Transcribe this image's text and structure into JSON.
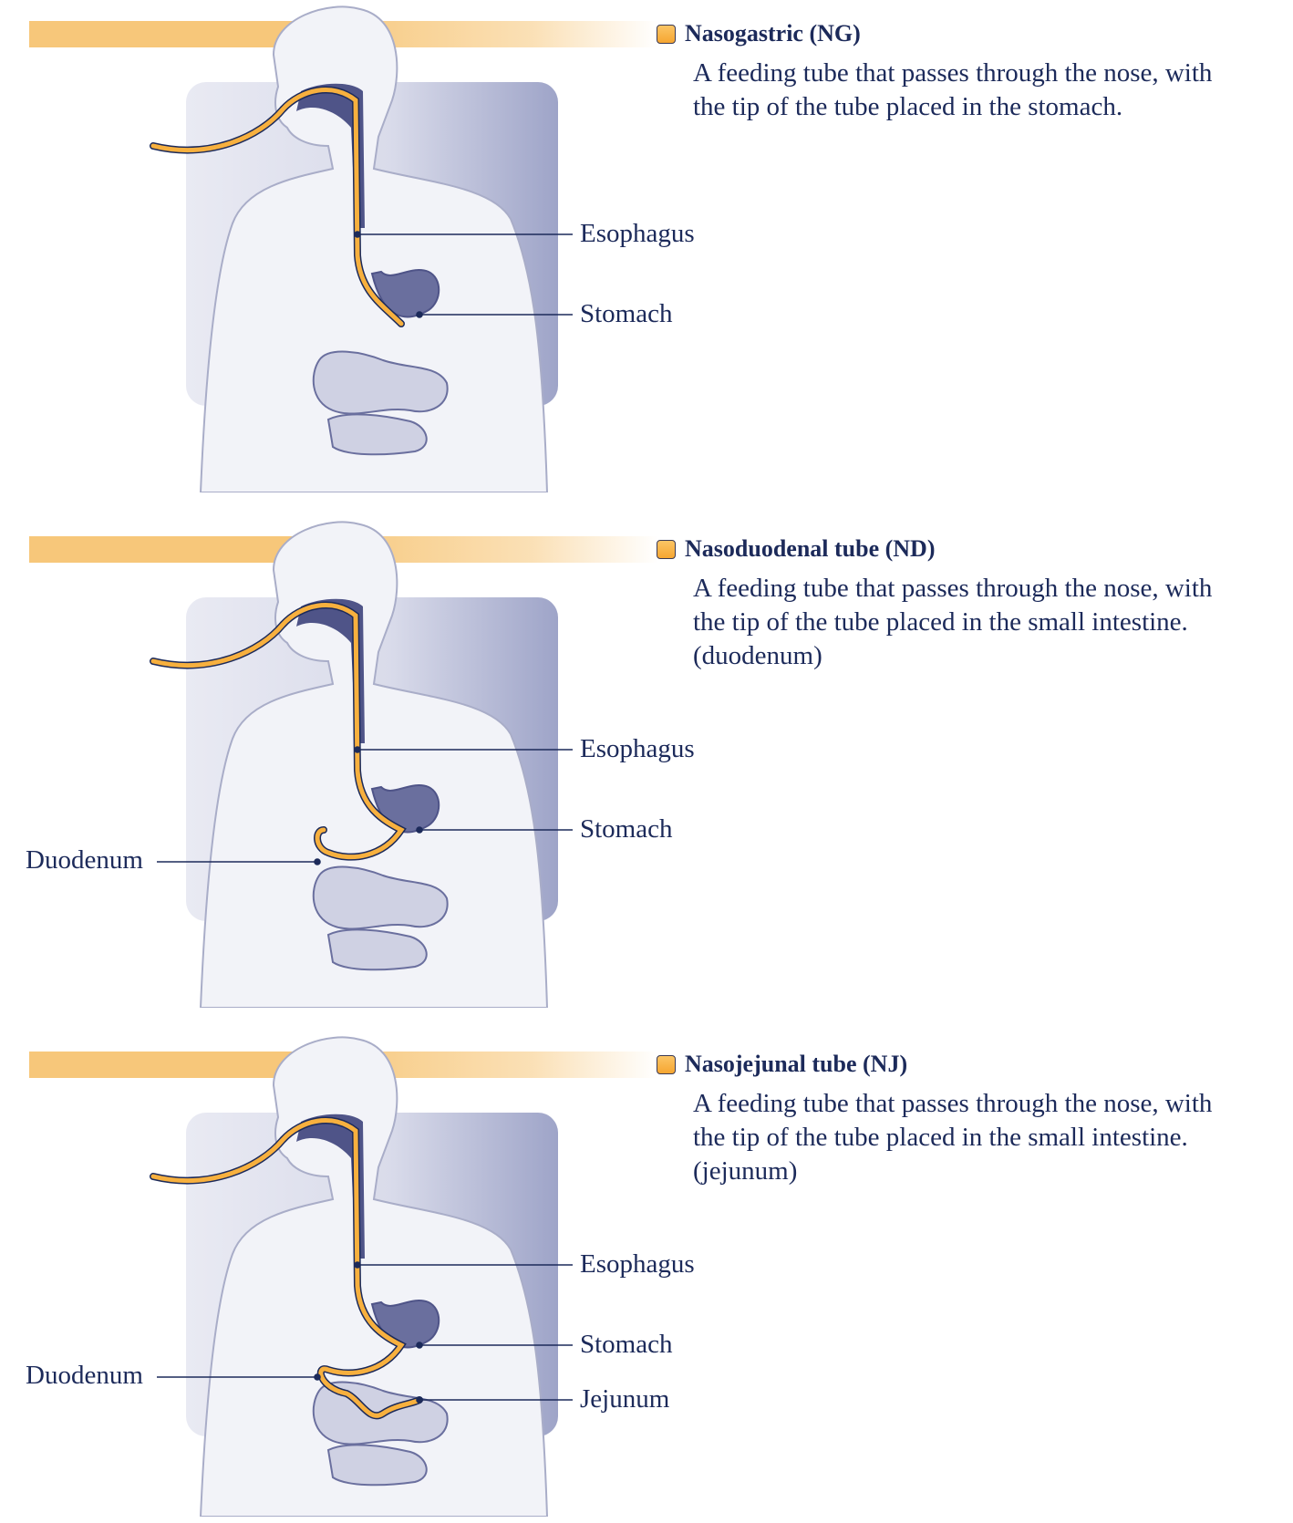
{
  "colors": {
    "tube": "#f7b03e",
    "tube_outline": "#1c2a5a",
    "accent_band": "#f7c77a",
    "organ": "#6a6f9e",
    "text": "#1c2a5a"
  },
  "panels": [
    {
      "title": "Nasogastric (NG)",
      "description": "A feeding tube that passes through the nose, with the tip of the tube placed in the stomach.",
      "labels": {
        "esophagus": "Esophagus",
        "stomach": "Stomach"
      }
    },
    {
      "title": "Nasoduodenal tube (ND)",
      "description": "A feeding tube that passes through the nose, with the tip of the tube placed in the small intestine. (duodenum)",
      "labels": {
        "esophagus": "Esophagus",
        "stomach": "Stomach",
        "duodenum": "Duodenum"
      }
    },
    {
      "title": "Nasojejunal tube (NJ)",
      "description": "A feeding tube that passes through the nose, with the tip of the tube placed in the small intestine. (jejunum)",
      "labels": {
        "esophagus": "Esophagus",
        "stomach": "Stomach",
        "duodenum": "Duodenum",
        "jejunum": "Jejunum"
      }
    }
  ]
}
